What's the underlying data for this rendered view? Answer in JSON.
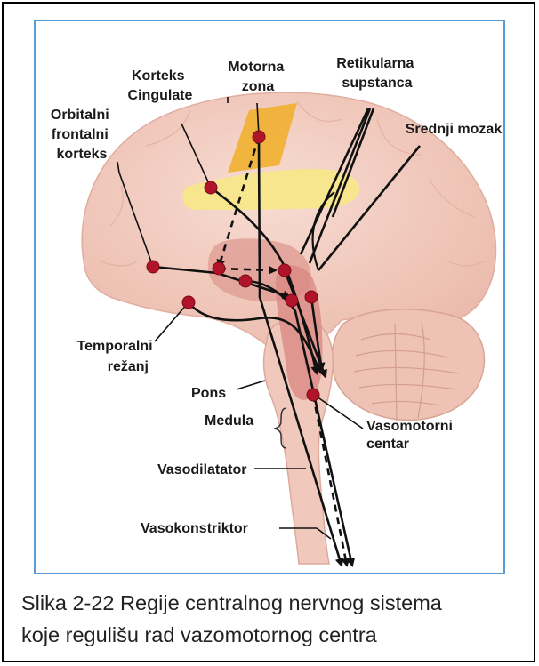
{
  "labels": {
    "motor_zone": [
      "Motorna",
      "zona"
    ],
    "cingulate_cortex": [
      "Korteks",
      "Cingulate"
    ],
    "reticular_substance": [
      "Retikularna",
      "supstanca"
    ],
    "orbitofrontal_cortex": [
      "Orbitalni",
      "frontalni",
      "korteks"
    ],
    "midbrain": [
      "Srednji mozak"
    ],
    "temporal_lobe": [
      "Temporalni",
      "režanj"
    ],
    "pons": [
      "Pons"
    ],
    "medulla": [
      "Medula"
    ],
    "vasomotor_center": [
      "Vasomotorni",
      "centar"
    ],
    "vasodilator": [
      "Vasodilatator"
    ],
    "vasoconstrictor": [
      "Vasokonstriktor"
    ]
  },
  "caption": {
    "line1": "Slika 2-22 Regije centralnog nervnog sistema",
    "line2": "koje regulišu rad vazomotornog centra"
  },
  "colors": {
    "figure_border": "#5b9bd5",
    "brain_tissue": "#f2ccc0",
    "motor_zone_band": "#f0b030",
    "cingulate_band": "#f8e888",
    "brainstem_highlight": "#de8c88",
    "node": "#b0142a",
    "pathway": "#111111"
  }
}
